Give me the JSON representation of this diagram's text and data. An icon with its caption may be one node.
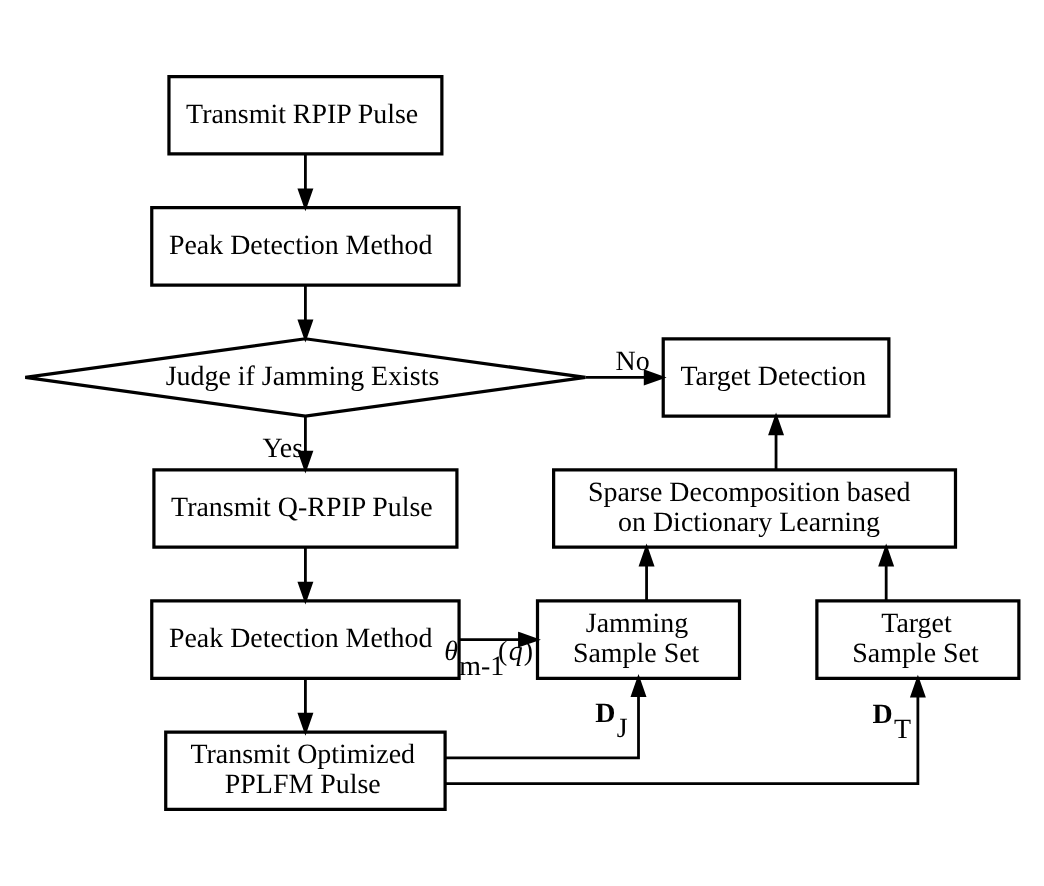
{
  "diagram": {
    "nodes": [
      {
        "text": [
          "Transmit RPIP Pulse"
        ]
      },
      {
        "text": [
          "Peak Detection Method"
        ]
      },
      {
        "text": [
          "Judge if Jamming Exists"
        ]
      },
      {
        "text": [
          "Target Detection"
        ]
      },
      {
        "text": [
          "Transmit Q-RPIP Pulse"
        ]
      },
      {
        "text": [
          "Sparse Decomposition based on Dictionary Learning"
        ]
      },
      {
        "text": [
          "Peak Detection Method"
        ]
      },
      {
        "text": [
          "Jamming Sample Set"
        ]
      },
      {
        "text": [
          "Target Sample Set"
        ]
      },
      {
        "text": [
          "Transmit Optimized PPLFM Pulse"
        ]
      }
    ],
    "edges": [
      {
        "from": 0,
        "to": 1,
        "arrow": "to"
      },
      {
        "from": 1,
        "to": 2,
        "arrow": "to"
      },
      {
        "from": 2,
        "to": 3,
        "label": "No",
        "arrow": "to"
      },
      {
        "from": 2,
        "to": 4,
        "label": "Yes",
        "arrow": "to"
      },
      {
        "from": 4,
        "to": 6,
        "arrow": "to"
      },
      {
        "from": 6,
        "to": 9,
        "arrow": "to"
      },
      {
        "from": 6,
        "to": 7,
        "label": "*θ*$_{m-1}$(*q*)",
        "arrow": "to"
      },
      {
        "from": 9,
        "to": 7,
        "label": "**D**$_{J}$",
        "arrow": "to"
      },
      {
        "from": 9,
        "to": 8,
        "label": "**D**$_{T}$",
        "arrow": "to"
      },
      {
        "from": 7,
        "to": 5,
        "arrow": "to"
      },
      {
        "from": 8,
        "to": 5,
        "arrow": "to"
      },
      {
        "from": 5,
        "to": 3,
        "arrow": "to"
      }
    ]
  }
}
